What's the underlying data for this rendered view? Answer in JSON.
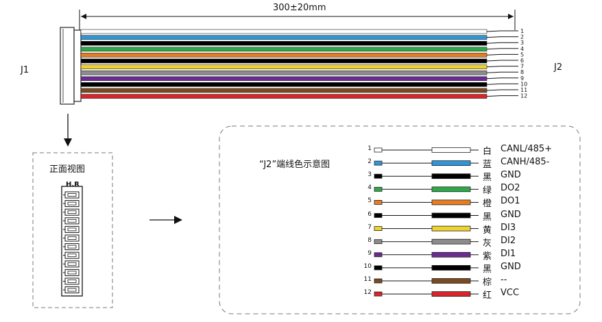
{
  "dimension_label": "300±20mm",
  "j1_label": "J1",
  "j2_label": "J2",
  "front_view_label": "正面视图",
  "connector_brand": "H.R",
  "legend_title": "“J2”端线色示意图",
  "wires": [
    {
      "pin": "1",
      "color": "#ffffff",
      "cn": "白",
      "signal": "CANL/485+"
    },
    {
      "pin": "2",
      "color": "#2f96d8",
      "cn": "蓝",
      "signal": "CANH/485-"
    },
    {
      "pin": "3",
      "color": "#000000",
      "cn": "黑",
      "signal": "GND"
    },
    {
      "pin": "4",
      "color": "#2ea84a",
      "cn": "绿",
      "signal": "DO2"
    },
    {
      "pin": "5",
      "color": "#e77d22",
      "cn": "橙",
      "signal": "DO1"
    },
    {
      "pin": "6",
      "color": "#000000",
      "cn": "黑",
      "signal": "GND"
    },
    {
      "pin": "7",
      "color": "#efd22c",
      "cn": "黄",
      "signal": "DI3"
    },
    {
      "pin": "8",
      "color": "#8c8c8c",
      "cn": "灰",
      "signal": "DI2"
    },
    {
      "pin": "9",
      "color": "#6b2c91",
      "cn": "紫",
      "signal": "DI1"
    },
    {
      "pin": "10",
      "color": "#000000",
      "cn": "黑",
      "signal": "GND"
    },
    {
      "pin": "11",
      "color": "#7a4a22",
      "cn": "棕",
      "signal": "--"
    },
    {
      "pin": "12",
      "color": "#d9242b",
      "cn": "红",
      "signal": "VCC"
    }
  ]
}
